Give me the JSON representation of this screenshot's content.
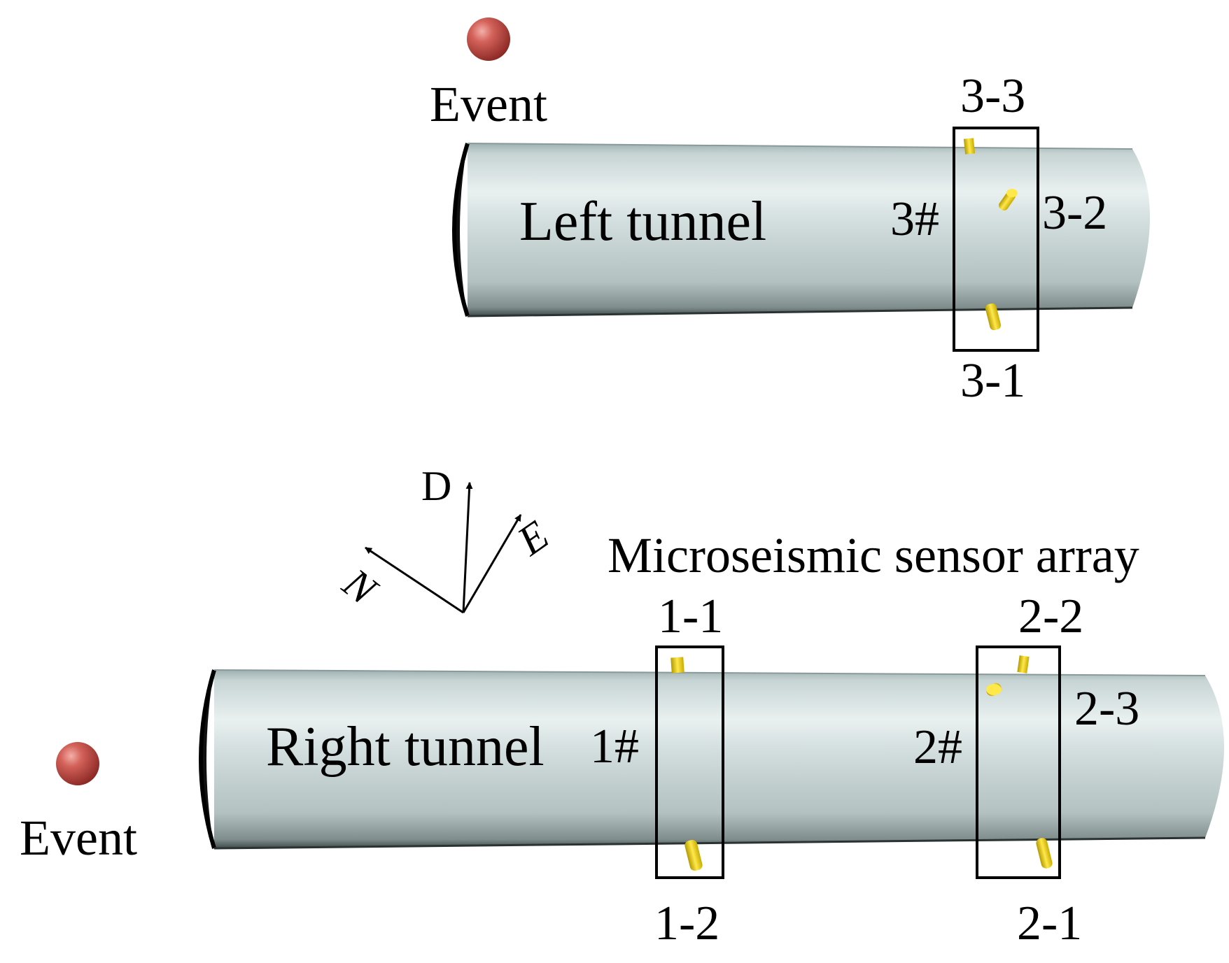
{
  "labels": {
    "event_top": "Event",
    "event_bottom": "Event",
    "left_tunnel": "Left tunnel",
    "right_tunnel": "Right tunnel",
    "array_title": "Microseismic sensor array",
    "station_1": "1#",
    "station_2": "2#",
    "station_3": "3#",
    "sensor_1_1": "1-1",
    "sensor_1_2": "1-2",
    "sensor_2_1": "2-1",
    "sensor_2_2": "2-2",
    "sensor_2_3": "2-3",
    "sensor_3_1": "3-1",
    "sensor_3_2": "3-2",
    "sensor_3_3": "3-3"
  },
  "axes": {
    "d": "D",
    "e": "E",
    "n": "N"
  },
  "colors": {
    "tunnel": "#cfdcdc",
    "tunnel_edge": "#4a5656",
    "sensor": "#e6cc10",
    "event": "#c8504a",
    "frame": "#000000"
  }
}
